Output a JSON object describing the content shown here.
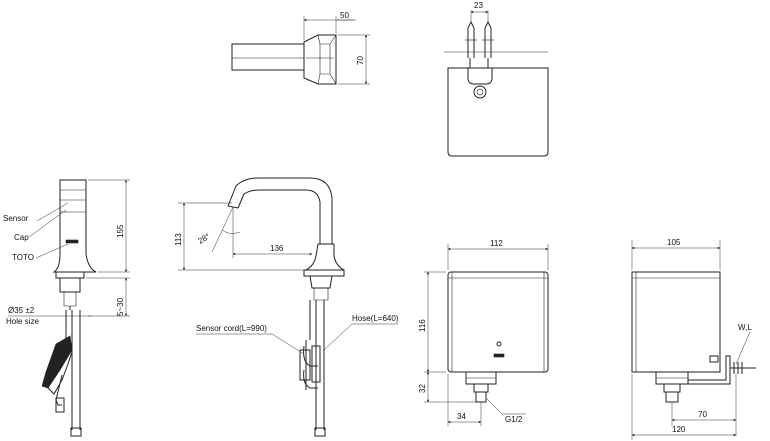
{
  "labels": {
    "sensor": "Sensor",
    "cap": "Cap",
    "brand": "TOTO",
    "hole_diameter": "Ø35 ±2",
    "hole_size": "Hole size",
    "sensor_cord": "Sensor cord(L=990)",
    "hose": "Hose(L=640)",
    "wl": "W,L",
    "thread": "G1/2"
  },
  "dimensions": {
    "top_width": "50",
    "top_height": "70",
    "pin_spacing": "23",
    "spout_height": "155",
    "deck_range": "5~30",
    "spout_angle": "28°",
    "rise": "113",
    "reach": "136",
    "box_front_width": "112",
    "box_height": "116",
    "box_bottom": "32",
    "fitting_offset": "34",
    "box_side_width": "105",
    "bracket_offset": "70",
    "total_depth": "120"
  }
}
